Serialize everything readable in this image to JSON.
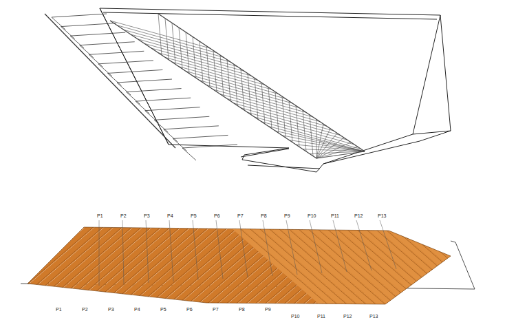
{
  "diagram": {
    "labels": [
      "Р1",
      "Р2",
      "Р3",
      "Р4",
      "Р5",
      "Р6",
      "Р7",
      "Р8",
      "Р9",
      "Р10",
      "Р11",
      "Р12",
      "Р13",
      "Р1",
      "Р2",
      "Р3",
      "Р4",
      "Р5",
      "Р6",
      "Р7",
      "Р8",
      "Р9",
      "Р10",
      "Р11",
      "Р12",
      "Р13"
    ]
  }
}
